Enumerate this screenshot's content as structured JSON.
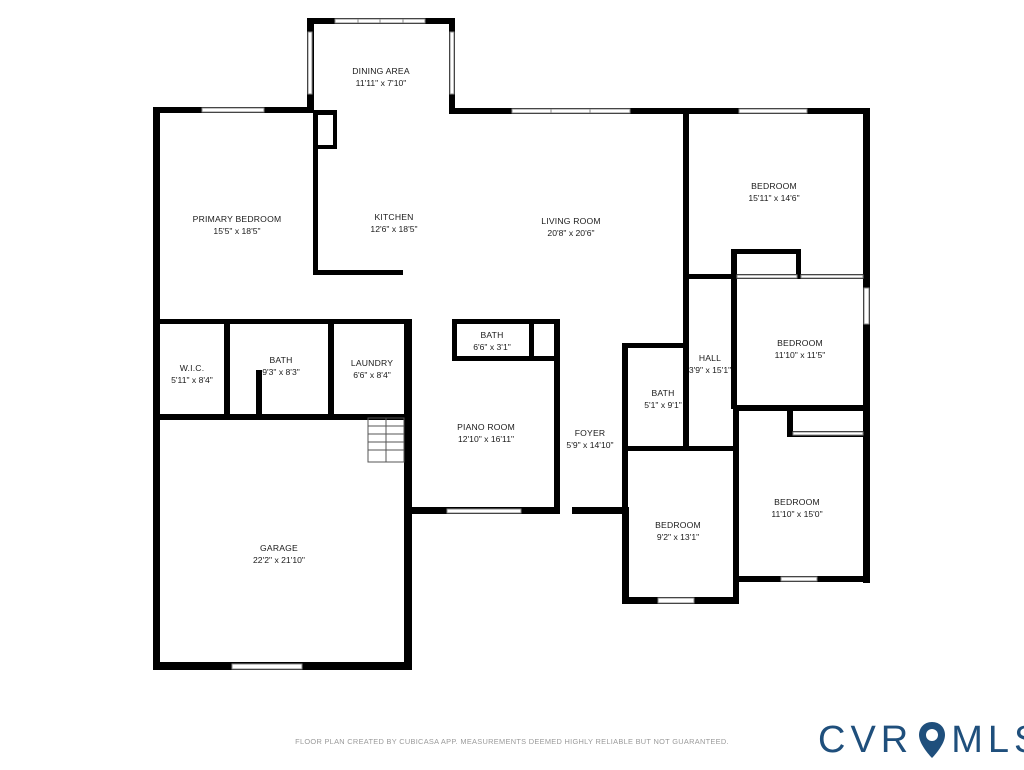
{
  "rooms": {
    "dining": {
      "name": "DINING AREA",
      "dim": "11'11\" x 7'10\""
    },
    "primary_bedroom": {
      "name": "PRIMARY BEDROOM",
      "dim": "15'5\" x 18'5\""
    },
    "kitchen": {
      "name": "KITCHEN",
      "dim": "12'6\" x 18'5\""
    },
    "living_room": {
      "name": "LIVING ROOM",
      "dim": "20'8\" x 20'6\""
    },
    "bedroom_ne": {
      "name": "BEDROOM",
      "dim": "15'11\" x 14'6\""
    },
    "wic": {
      "name": "W.I.C.",
      "dim": "5'11\" x 8'4\""
    },
    "bath_primary": {
      "name": "BATH",
      "dim": "9'3\" x 8'3\""
    },
    "laundry": {
      "name": "LAUNDRY",
      "dim": "6'6\" x 8'4\""
    },
    "bath_small": {
      "name": "BATH",
      "dim": "6'6\" x 3'1\""
    },
    "hall": {
      "name": "HALL",
      "dim": "3'9\" x 15'1\""
    },
    "bedroom_e": {
      "name": "BEDROOM",
      "dim": "11'10\" x 11'5\""
    },
    "bath_mid": {
      "name": "BATH",
      "dim": "5'1\" x 9'1\""
    },
    "piano_room": {
      "name": "PIANO ROOM",
      "dim": "12'10\" x 16'11\""
    },
    "foyer": {
      "name": "FOYER",
      "dim": "5'9\" x 14'10\""
    },
    "garage": {
      "name": "GARAGE",
      "dim": "22'2\" x 21'10\""
    },
    "bedroom_se": {
      "name": "BEDROOM",
      "dim": "11'10\" x 15'0\""
    },
    "bedroom_s": {
      "name": "BEDROOM",
      "dim": "9'2\" x 13'1\""
    }
  },
  "footer": {
    "disclaimer": "FLOOR PLAN CREATED BY CUBICASA APP. MEASUREMENTS DEEMED HIGHLY RELIABLE BUT NOT GUARANTEED."
  },
  "logo": {
    "left": "CVR",
    "right": "MLS",
    "pin_icon": "map-pin-icon"
  },
  "colors": {
    "wall": "#000000",
    "logo": "#1f4f7c",
    "footer_text": "#9a9a9a"
  }
}
